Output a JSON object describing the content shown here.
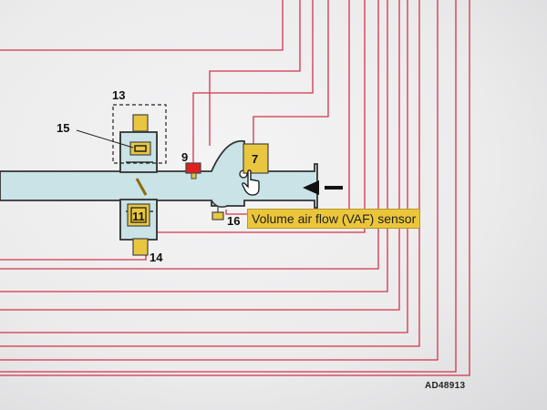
{
  "diagram": {
    "labels": {
      "l7": "7",
      "l9": "9",
      "l11": "11",
      "l13": "13",
      "l14": "14",
      "l15": "15",
      "l16": "16"
    },
    "tooltip": "Volume air flow (VAF) sensor",
    "reference": "AD48913"
  },
  "colors": {
    "pipe": "#c9e3e6",
    "wire": "#d2334a",
    "component": "#e8c640",
    "highlight": "#e02020",
    "tooltip_bg": "#ebc63a"
  },
  "icons": {
    "cursor": "hand-pointer-icon",
    "arrow": "arrow-left-icon"
  }
}
